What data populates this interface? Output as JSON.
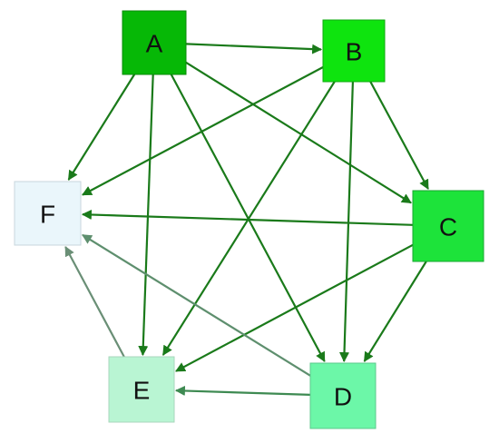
{
  "nodes": [
    {
      "id": "A",
      "label": "A",
      "fill": "#06b806",
      "stroke": "#0a8a0a"
    },
    {
      "id": "B",
      "label": "B",
      "fill": "#0ee40e",
      "stroke": "#12a812"
    },
    {
      "id": "C",
      "label": "C",
      "fill": "#1de33a",
      "stroke": "#1aa632"
    },
    {
      "id": "D",
      "label": "D",
      "fill": "#6cf7a8",
      "stroke": "#5cc98c"
    },
    {
      "id": "E",
      "label": "E",
      "fill": "#b9f5d3",
      "stroke": "#a9d6bc"
    },
    {
      "id": "F",
      "label": "F",
      "fill": "#eaf6fb",
      "stroke": "#c8d6dc"
    }
  ],
  "edges": [
    {
      "from": "A",
      "to": "B",
      "color": "#1a7a1a"
    },
    {
      "from": "A",
      "to": "C",
      "color": "#1a7a1a"
    },
    {
      "from": "A",
      "to": "D",
      "color": "#1a7a1a"
    },
    {
      "from": "A",
      "to": "E",
      "color": "#1a7a1a"
    },
    {
      "from": "A",
      "to": "F",
      "color": "#1a7a1a"
    },
    {
      "from": "B",
      "to": "C",
      "color": "#1a7a1a"
    },
    {
      "from": "B",
      "to": "D",
      "color": "#1a7a1a"
    },
    {
      "from": "B",
      "to": "E",
      "color": "#1a7a1a"
    },
    {
      "from": "B",
      "to": "F",
      "color": "#1a7a1a"
    },
    {
      "from": "C",
      "to": "D",
      "color": "#1a7a1a"
    },
    {
      "from": "C",
      "to": "E",
      "color": "#1a7a1a"
    },
    {
      "from": "C",
      "to": "F",
      "color": "#1a7a1a"
    },
    {
      "from": "D",
      "to": "E",
      "color": "#3e8a52"
    },
    {
      "from": "D",
      "to": "F",
      "color": "#5e8f6e"
    },
    {
      "from": "E",
      "to": "F",
      "color": "#6a8f76"
    }
  ]
}
